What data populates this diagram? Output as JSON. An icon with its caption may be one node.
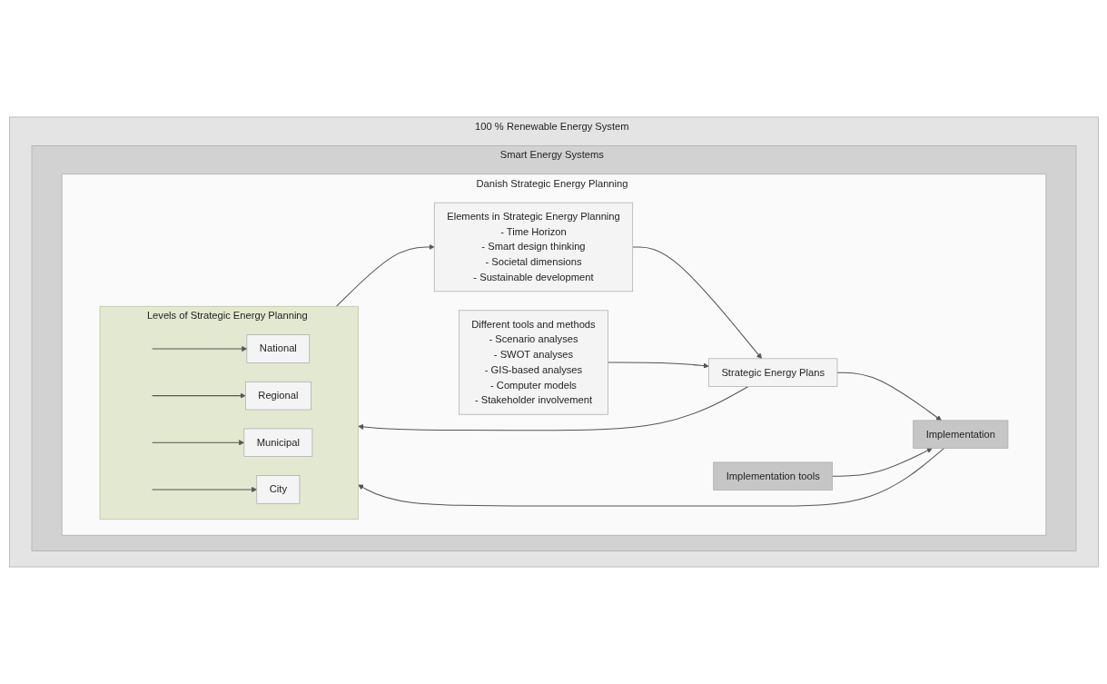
{
  "diagram": {
    "nodes": [
      {
        "text": [
          "100 % Renewable Energy System"
        ]
      },
      {
        "text": [
          "Smart Energy Systems"
        ],
        "in": 0
      },
      {
        "text": [
          "Danish Strategic Energy Planning"
        ],
        "in": 1
      },
      {
        "text": [
          "Levels of Strategic Energy Planning"
        ],
        "in": 2
      },
      {
        "text": [
          "National"
        ],
        "in": 3
      },
      {
        "text": [
          "Regional"
        ],
        "in": 3
      },
      {
        "text": [
          "Municipal"
        ],
        "in": 3
      },
      {
        "text": [
          "City"
        ],
        "in": 3
      },
      {
        "text": [
          "Elements in Strategic Energy Planning",
          "- Time Horizon",
          "- Smart design thinking",
          "- Societal dimensions",
          "- Sustainable development"
        ],
        "in": 2
      },
      {
        "text": [
          "Different tools and methods",
          "- Scenario analyses",
          "- SWOT analyses",
          "- GIS-based analyses",
          "- Computer models",
          "- Stakeholder involvement"
        ],
        "in": 2
      },
      {
        "text": [
          "Strategic Energy Plans"
        ],
        "in": 2
      },
      {
        "text": [
          "Implementation tools"
        ],
        "in": 2
      },
      {
        "text": [
          "Implementation"
        ],
        "in": 2
      }
    ],
    "edges": [
      {
        "from": null,
        "to": 4,
        "arrow": "to"
      },
      {
        "from": null,
        "to": 5,
        "arrow": "to"
      },
      {
        "from": null,
        "to": 6,
        "arrow": "to"
      },
      {
        "from": null,
        "to": 7,
        "arrow": "to"
      },
      {
        "from": 3,
        "to": 8,
        "arrow": "to"
      },
      {
        "from": 8,
        "to": 10,
        "arrow": "to"
      },
      {
        "from": 9,
        "to": 10,
        "arrow": "to"
      },
      {
        "from": 10,
        "to": 12,
        "arrow": "to"
      },
      {
        "from": 11,
        "to": 12,
        "arrow": "to"
      },
      {
        "from": 10,
        "to": 3,
        "arrow": "to"
      },
      {
        "from": 12,
        "to": 3,
        "arrow": "to"
      }
    ]
  }
}
